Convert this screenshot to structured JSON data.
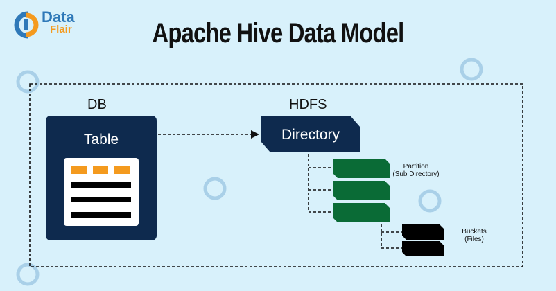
{
  "title": "Apache Hive Data Model",
  "brand": {
    "word1": "Data",
    "word2": "Flair"
  },
  "db": {
    "label": "DB",
    "table_label": "Table"
  },
  "hdfs": {
    "label": "HDFS",
    "directory_label": "Directory"
  },
  "partition": {
    "label_line1": "Partition",
    "label_line2": "(Sub Directory)"
  },
  "buckets": {
    "label_line1": "Buckets",
    "label_line2": "(Files)"
  },
  "colors": {
    "background": "#d8f1fb",
    "navy": "#0e2a4e",
    "orange": "#f49a1e",
    "green": "#0a6b36",
    "black": "#000000",
    "logo_blue": "#2f79b8",
    "logo_orange": "#f49a1e"
  }
}
